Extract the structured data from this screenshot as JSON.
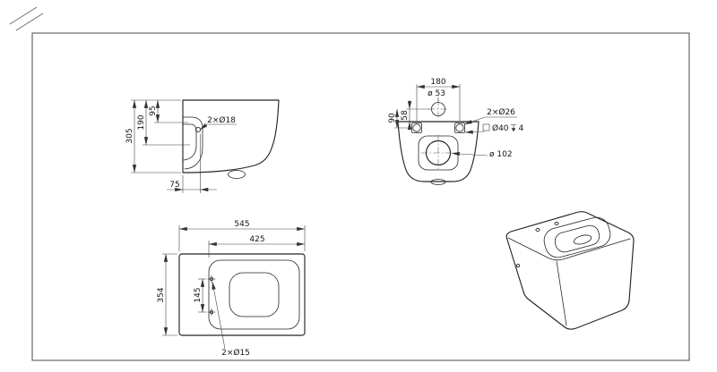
{
  "side_view": {
    "dim_height_total": "305",
    "dim_height_190": "190",
    "dim_height_95": "95",
    "dim_offset_75": "75",
    "label_holes": "2×Ø18"
  },
  "rear_view": {
    "dim_width_holes": "180",
    "label_inlet": "ø 53",
    "dim_58": "58",
    "dim_90": "90",
    "label_bolt_holes": "2×Ø26",
    "label_counterbore": "Ø40",
    "label_counterbore_depth": "4",
    "label_outlet": "ø 102"
  },
  "plan_view": {
    "dim_length_total": "545",
    "dim_length_inner": "425",
    "dim_width_total": "354",
    "dim_holes_spacing": "145",
    "label_seat_holes": "2×Ø15"
  }
}
